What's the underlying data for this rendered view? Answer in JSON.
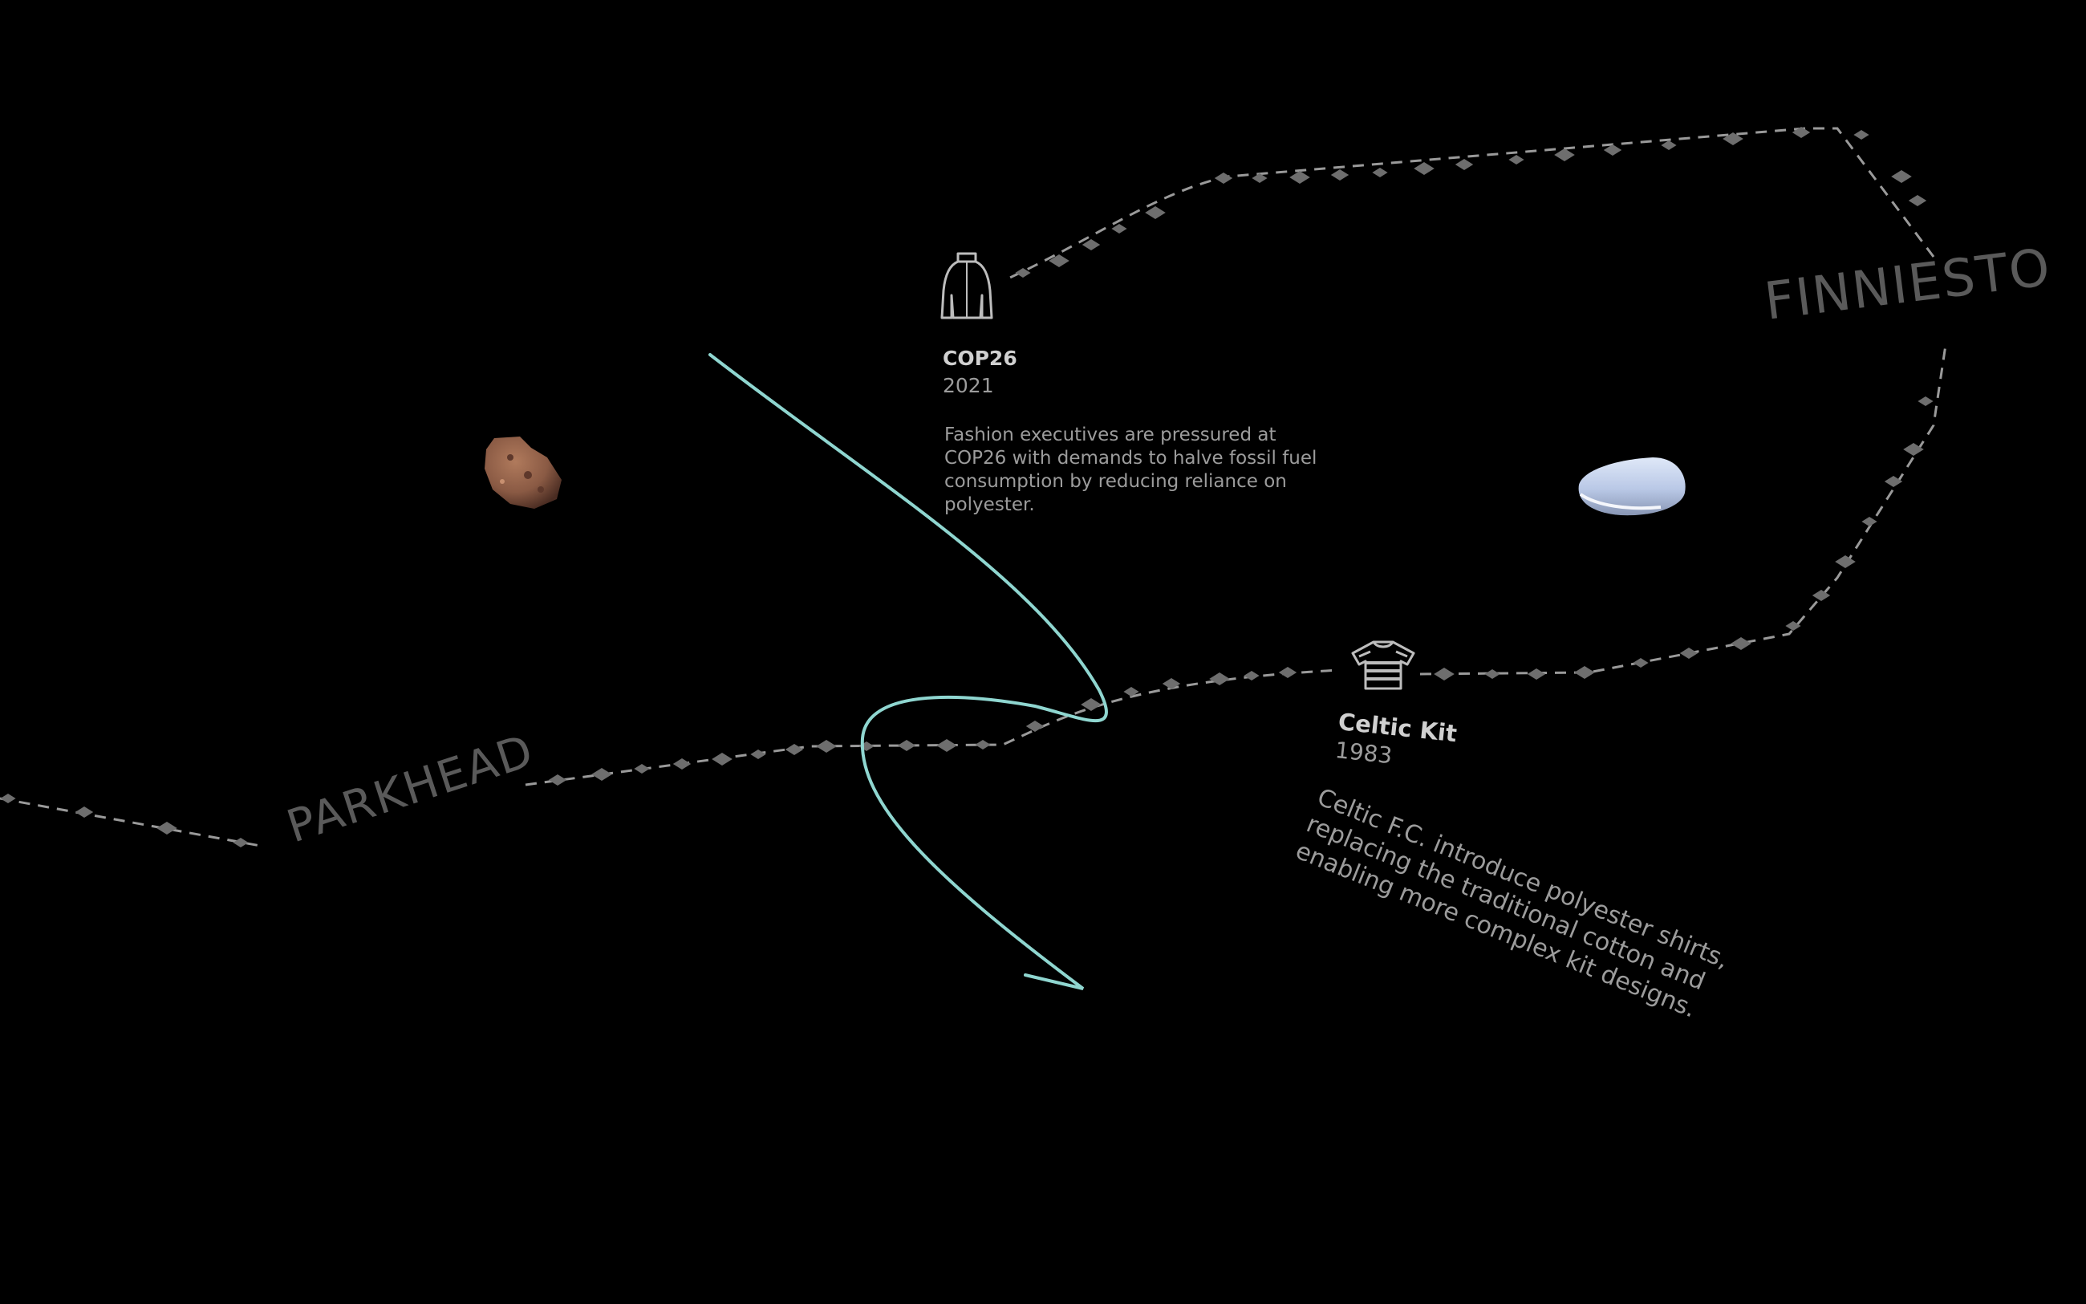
{
  "colors": {
    "background": "#000000",
    "route_line": "#9a9a9a",
    "route_marker": "#6e6e6e",
    "thread": "#8fd6d0",
    "place_label": "#5a5a5a",
    "card_title": "#d0d0d0",
    "card_text": "#9c9c9c",
    "icon_stroke": "#bdbdbd",
    "rock_brown": "#8a5a44",
    "rock_blue": "#b9c8e6"
  },
  "places": {
    "parkhead": "PARKHEAD",
    "finniestoun": "FINNIESTO"
  },
  "events": {
    "cop26": {
      "icon": "coat-icon",
      "title": "COP26",
      "year": "2021",
      "description": "Fashion executives are pressured at COP26 with demands to halve fossil fuel consumption by reducing reliance on polyester."
    },
    "celtic_kit": {
      "icon": "striped-shirt-icon",
      "title": "Celtic Kit",
      "year": "1983",
      "description": "Celtic F.C. introduce polyester shirts, replacing the traditional cotton and enabling more complex kit designs."
    }
  },
  "objects": {
    "rock_left": "brown-rock",
    "rock_right": "blue-white-stone"
  }
}
